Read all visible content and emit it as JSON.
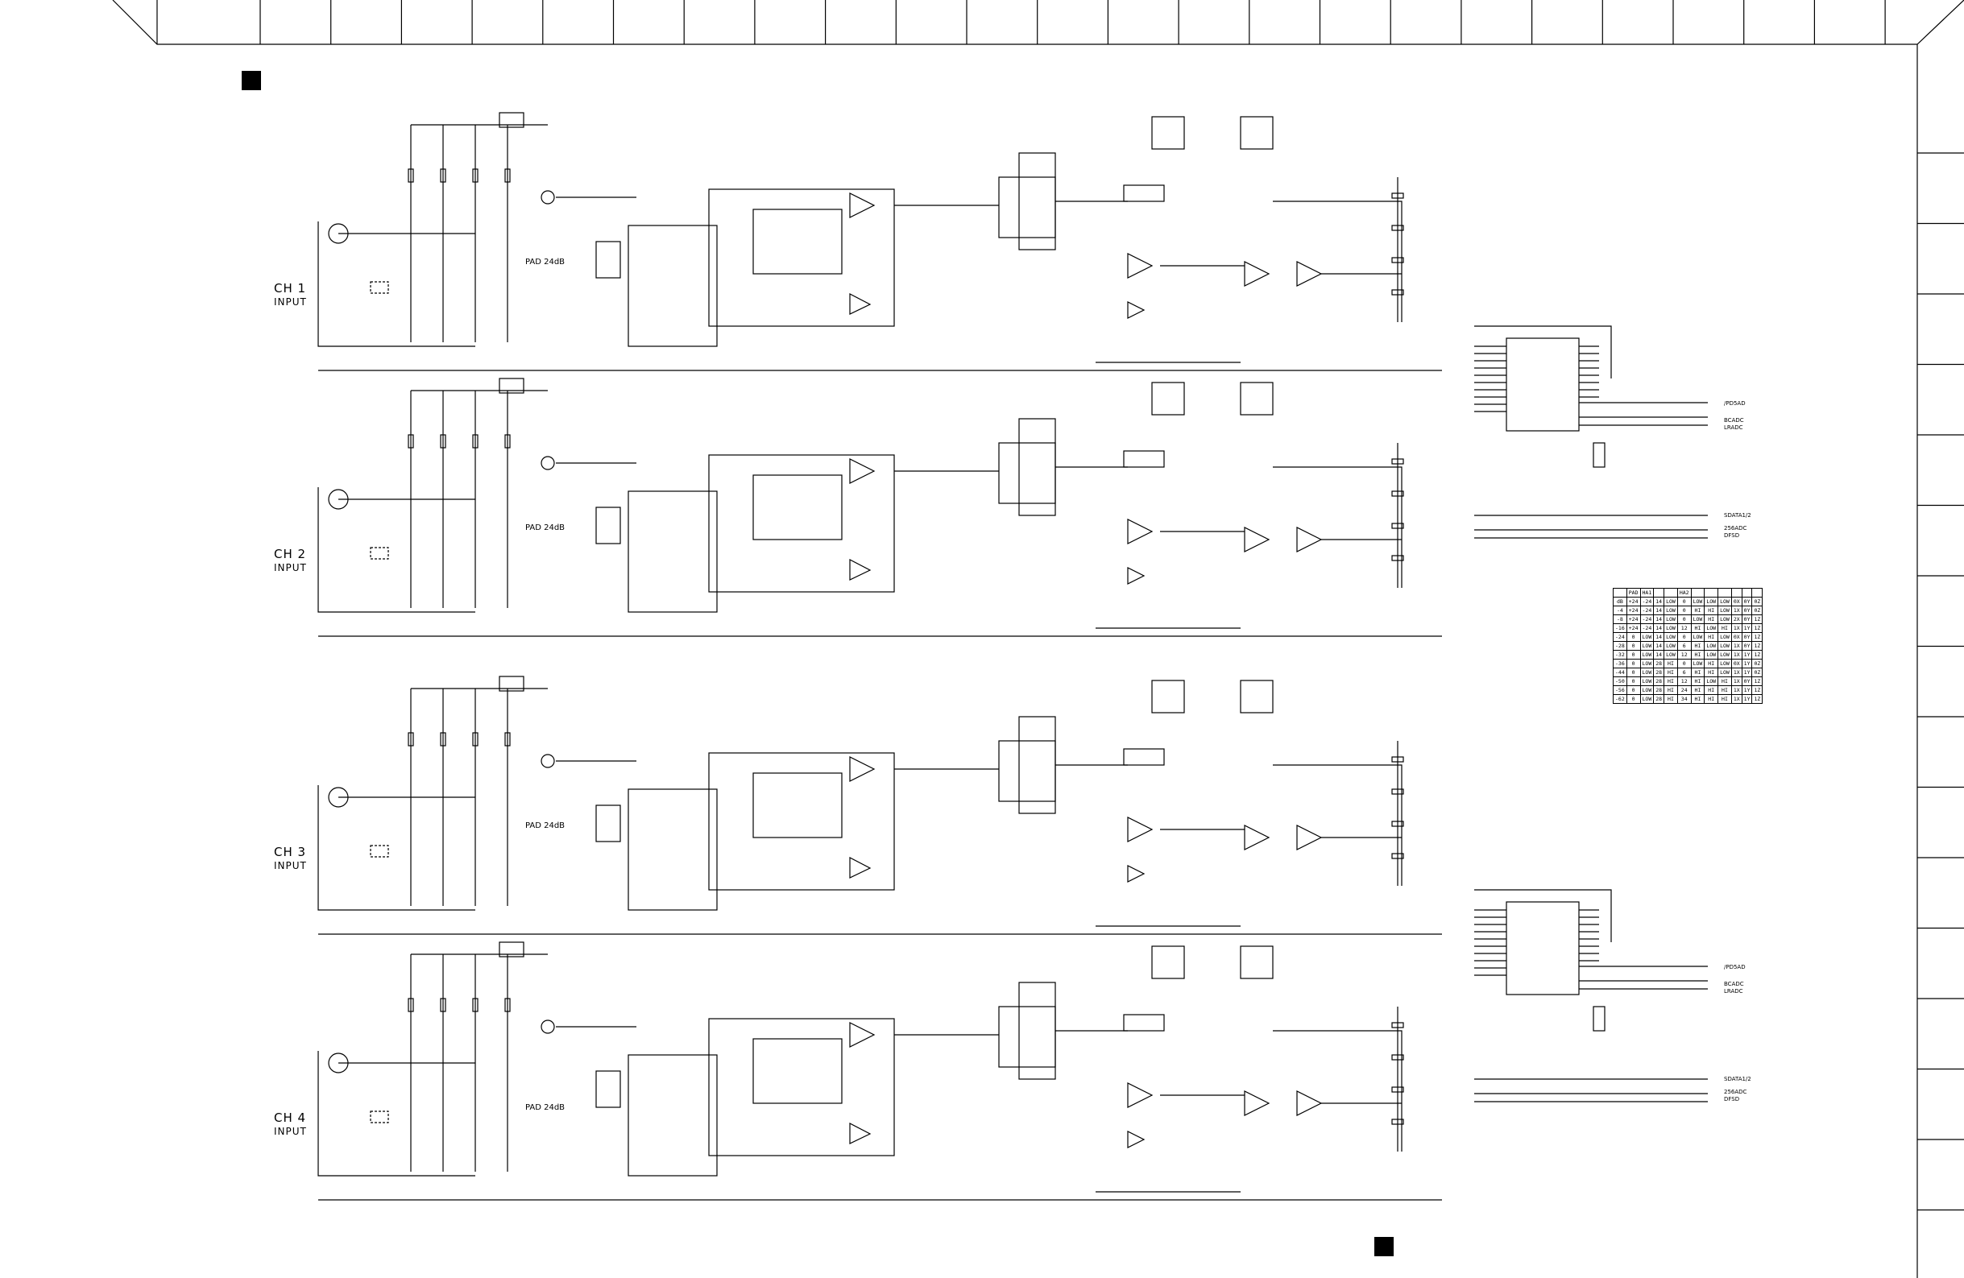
{
  "channels": [
    {
      "label": "CH 1",
      "sub": "INPUT",
      "pad": "PAD 24dB"
    },
    {
      "label": "CH 2",
      "sub": "INPUT",
      "pad": "PAD 24dB"
    },
    {
      "label": "CH 3",
      "sub": "INPUT",
      "pad": "PAD 24dB"
    },
    {
      "label": "CH 4",
      "sub": "INPUT",
      "pad": "PAD 24dB"
    }
  ],
  "outputs_a": [
    "/PD5AD",
    "BCADC",
    "LRADC"
  ],
  "outputs_b": [
    "SDATA1/2",
    "256ADC",
    "DFSD"
  ],
  "gain_table": {
    "headers": [
      "",
      "PAD",
      "HA1",
      "",
      "",
      "HA2",
      "",
      "",
      "",
      "",
      "",
      ""
    ],
    "rows": [
      [
        "dB",
        "+24",
        "-24",
        "14",
        "LOW",
        "0",
        "LOW",
        "LOW",
        "LOW",
        "0X",
        "0Y",
        "0Z"
      ],
      [
        "-4",
        "+24",
        "-24",
        "14",
        "LOW",
        "0",
        "HI",
        "HI",
        "LOW",
        "1X",
        "0Y",
        "0Z"
      ],
      [
        "-8",
        "+24",
        "-24",
        "14",
        "LOW",
        "0",
        "LOW",
        "HI",
        "LOW",
        "2X",
        "0Y",
        "1Z"
      ],
      [
        "-16",
        "+24",
        "-24",
        "14",
        "LOW",
        "12",
        "HI",
        "LOW",
        "HI",
        "1X",
        "1Y",
        "1Z"
      ],
      [
        "-24",
        "0",
        "LOW",
        "14",
        "LOW",
        "0",
        "LOW",
        "HI",
        "LOW",
        "0X",
        "0Y",
        "1Z"
      ],
      [
        "-28",
        "0",
        "LOW",
        "14",
        "LOW",
        "6",
        "HI",
        "LOW",
        "LOW",
        "1X",
        "0Y",
        "1Z"
      ],
      [
        "-32",
        "0",
        "LOW",
        "14",
        "LOW",
        "12",
        "HI",
        "LOW",
        "LOW",
        "1X",
        "1Y",
        "1Z"
      ],
      [
        "-36",
        "0",
        "LOW",
        "28",
        "HI",
        "0",
        "LOW",
        "HI",
        "LOW",
        "0X",
        "1Y",
        "0Z"
      ],
      [
        "-44",
        "0",
        "LOW",
        "28",
        "HI",
        "6",
        "HI",
        "HI",
        "LOW",
        "1X",
        "1Y",
        "0Z"
      ],
      [
        "-50",
        "0",
        "LOW",
        "28",
        "HI",
        "12",
        "HI",
        "LOW",
        "HI",
        "1X",
        "0Y",
        "1Z"
      ],
      [
        "-56",
        "0",
        "LOW",
        "28",
        "HI",
        "24",
        "HI",
        "HI",
        "HI",
        "1X",
        "1Y",
        "1Z"
      ],
      [
        "-62",
        "0",
        "LOW",
        "28",
        "HI",
        "34",
        "HI",
        "HI",
        "HI",
        "1X",
        "1Y",
        "1Z"
      ]
    ]
  }
}
